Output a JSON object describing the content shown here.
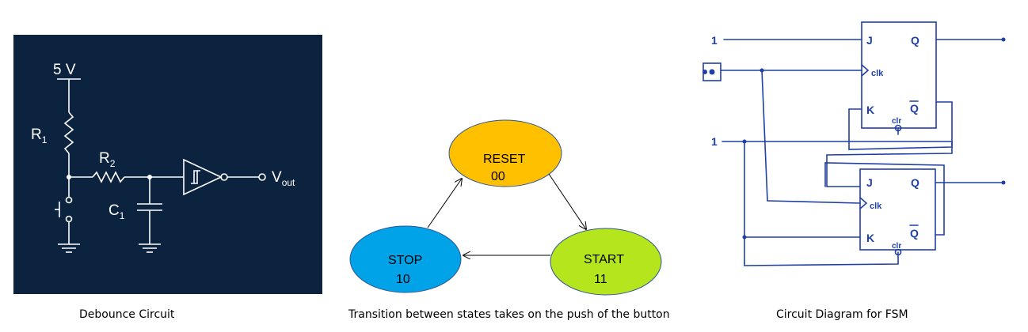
{
  "debounce": {
    "supply": "5 V",
    "r1": "R",
    "r1_sub": "1",
    "r2": "R",
    "r2_sub": "2",
    "c1": "C",
    "c1_sub": "1",
    "vout": "V",
    "vout_sub": "out",
    "caption": "Debounce Circuit"
  },
  "states": {
    "reset": {
      "name": "RESET",
      "code": "00",
      "color": "#ffc000"
    },
    "start": {
      "name": "START",
      "code": "11",
      "color": "#b5e61d"
    },
    "stop": {
      "name": "STOP",
      "code": "10",
      "color": "#00a2e8"
    },
    "caption": "Transition between states takes on the push of the button"
  },
  "circuit": {
    "ff1": {
      "j": "J",
      "k": "K",
      "clk": "clk",
      "q": "Q",
      "qbar": "Q",
      "clr": "clr"
    },
    "ff2": {
      "j": "J",
      "k": "K",
      "clk": "clk",
      "q": "Q",
      "qbar": "Q",
      "clr": "clr"
    },
    "input_one_top": "1",
    "input_one_mid": "1",
    "caption": "Circuit Diagram for FSM",
    "ink_color": "#1f3fa8"
  }
}
